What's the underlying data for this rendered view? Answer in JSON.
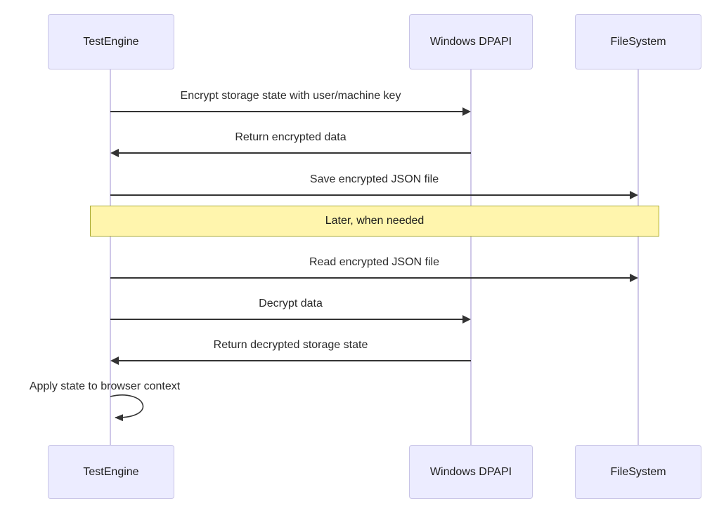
{
  "diagram": {
    "type": "sequence",
    "actors": [
      {
        "name": "TestEngine"
      },
      {
        "name": "Windows DPAPI"
      },
      {
        "name": "FileSystem"
      }
    ],
    "messages": [
      {
        "from": "TestEngine",
        "to": "Windows DPAPI",
        "label": "Encrypt storage state with user/machine key",
        "direction": "right"
      },
      {
        "from": "Windows DPAPI",
        "to": "TestEngine",
        "label": "Return encrypted data",
        "direction": "left"
      },
      {
        "from": "TestEngine",
        "to": "FileSystem",
        "label": "Save encrypted JSON file",
        "direction": "right"
      },
      {
        "from": "TestEngine",
        "to": "FileSystem",
        "label": "Read encrypted JSON file",
        "direction": "right"
      },
      {
        "from": "TestEngine",
        "to": "Windows DPAPI",
        "label": "Decrypt data",
        "direction": "right"
      },
      {
        "from": "Windows DPAPI",
        "to": "TestEngine",
        "label": "Return decrypted storage state",
        "direction": "left"
      },
      {
        "from": "TestEngine",
        "to": "TestEngine",
        "label": "Apply state to browser context",
        "direction": "self"
      }
    ],
    "note": {
      "label": "Later, when needed",
      "span": "all-participants"
    },
    "colors": {
      "actor_fill": "#ECECFF",
      "actor_border": "#C8C4E6",
      "lifeline": "#CFC8E8",
      "arrow": "#333333",
      "note_fill": "#FFF5AD",
      "note_border": "#AAAA33",
      "text": "#222222",
      "background": "#FFFFFF"
    }
  }
}
